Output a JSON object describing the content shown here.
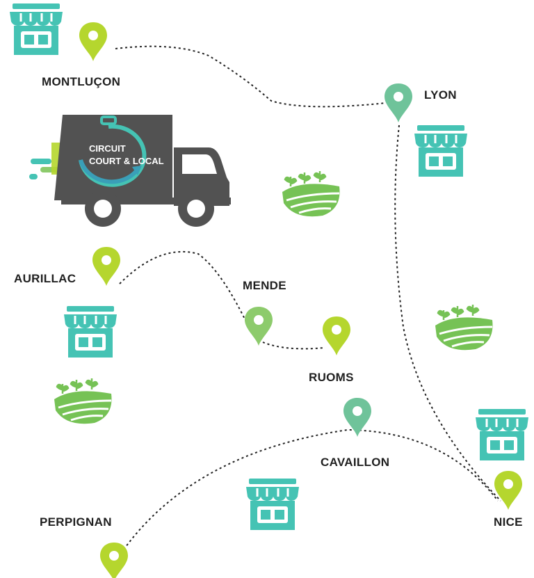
{
  "cities": {
    "montlucon": "MONTLUÇON",
    "lyon": "LYON",
    "aurillac": "AURILLAC",
    "mende": "MENDE",
    "ruoms": "RUOMS",
    "cavaillon": "CAVAILLON",
    "perpignan": "PERPIGNAN",
    "nice": "NICE"
  },
  "logo": {
    "line1": "CIRCUIT",
    "line2": "COURT & LOCAL"
  },
  "icons": {
    "shop": "shop-icon",
    "farm": "farm-field-icon",
    "pin": "map-pin-icon",
    "truck": "delivery-truck-icon",
    "stopwatch": "stopwatch-icon"
  },
  "colors": {
    "shop": "#45C3B4",
    "pin_lime": "#B5D62E",
    "pin_green": "#6FC39A",
    "farm": "#76C255",
    "truck": "#525252",
    "route": "#222222"
  }
}
